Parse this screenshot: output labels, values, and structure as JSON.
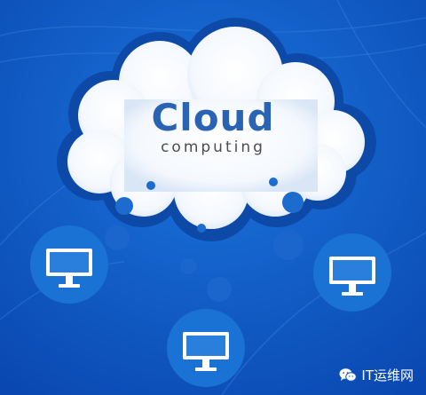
{
  "cloud": {
    "title": "Cloud",
    "subtitle": "computing"
  },
  "devices": [
    {
      "icon": "monitor-icon"
    },
    {
      "icon": "monitor-icon"
    },
    {
      "icon": "monitor-icon"
    }
  ],
  "watermark": {
    "icon": "wechat-icon",
    "text": "IT运维网"
  },
  "colors": {
    "background": "#0f58c2",
    "circle": "#1a72d4",
    "cloud": "#ffffff",
    "title": "#2a63b3",
    "subtitle": "#4d4d4d"
  }
}
